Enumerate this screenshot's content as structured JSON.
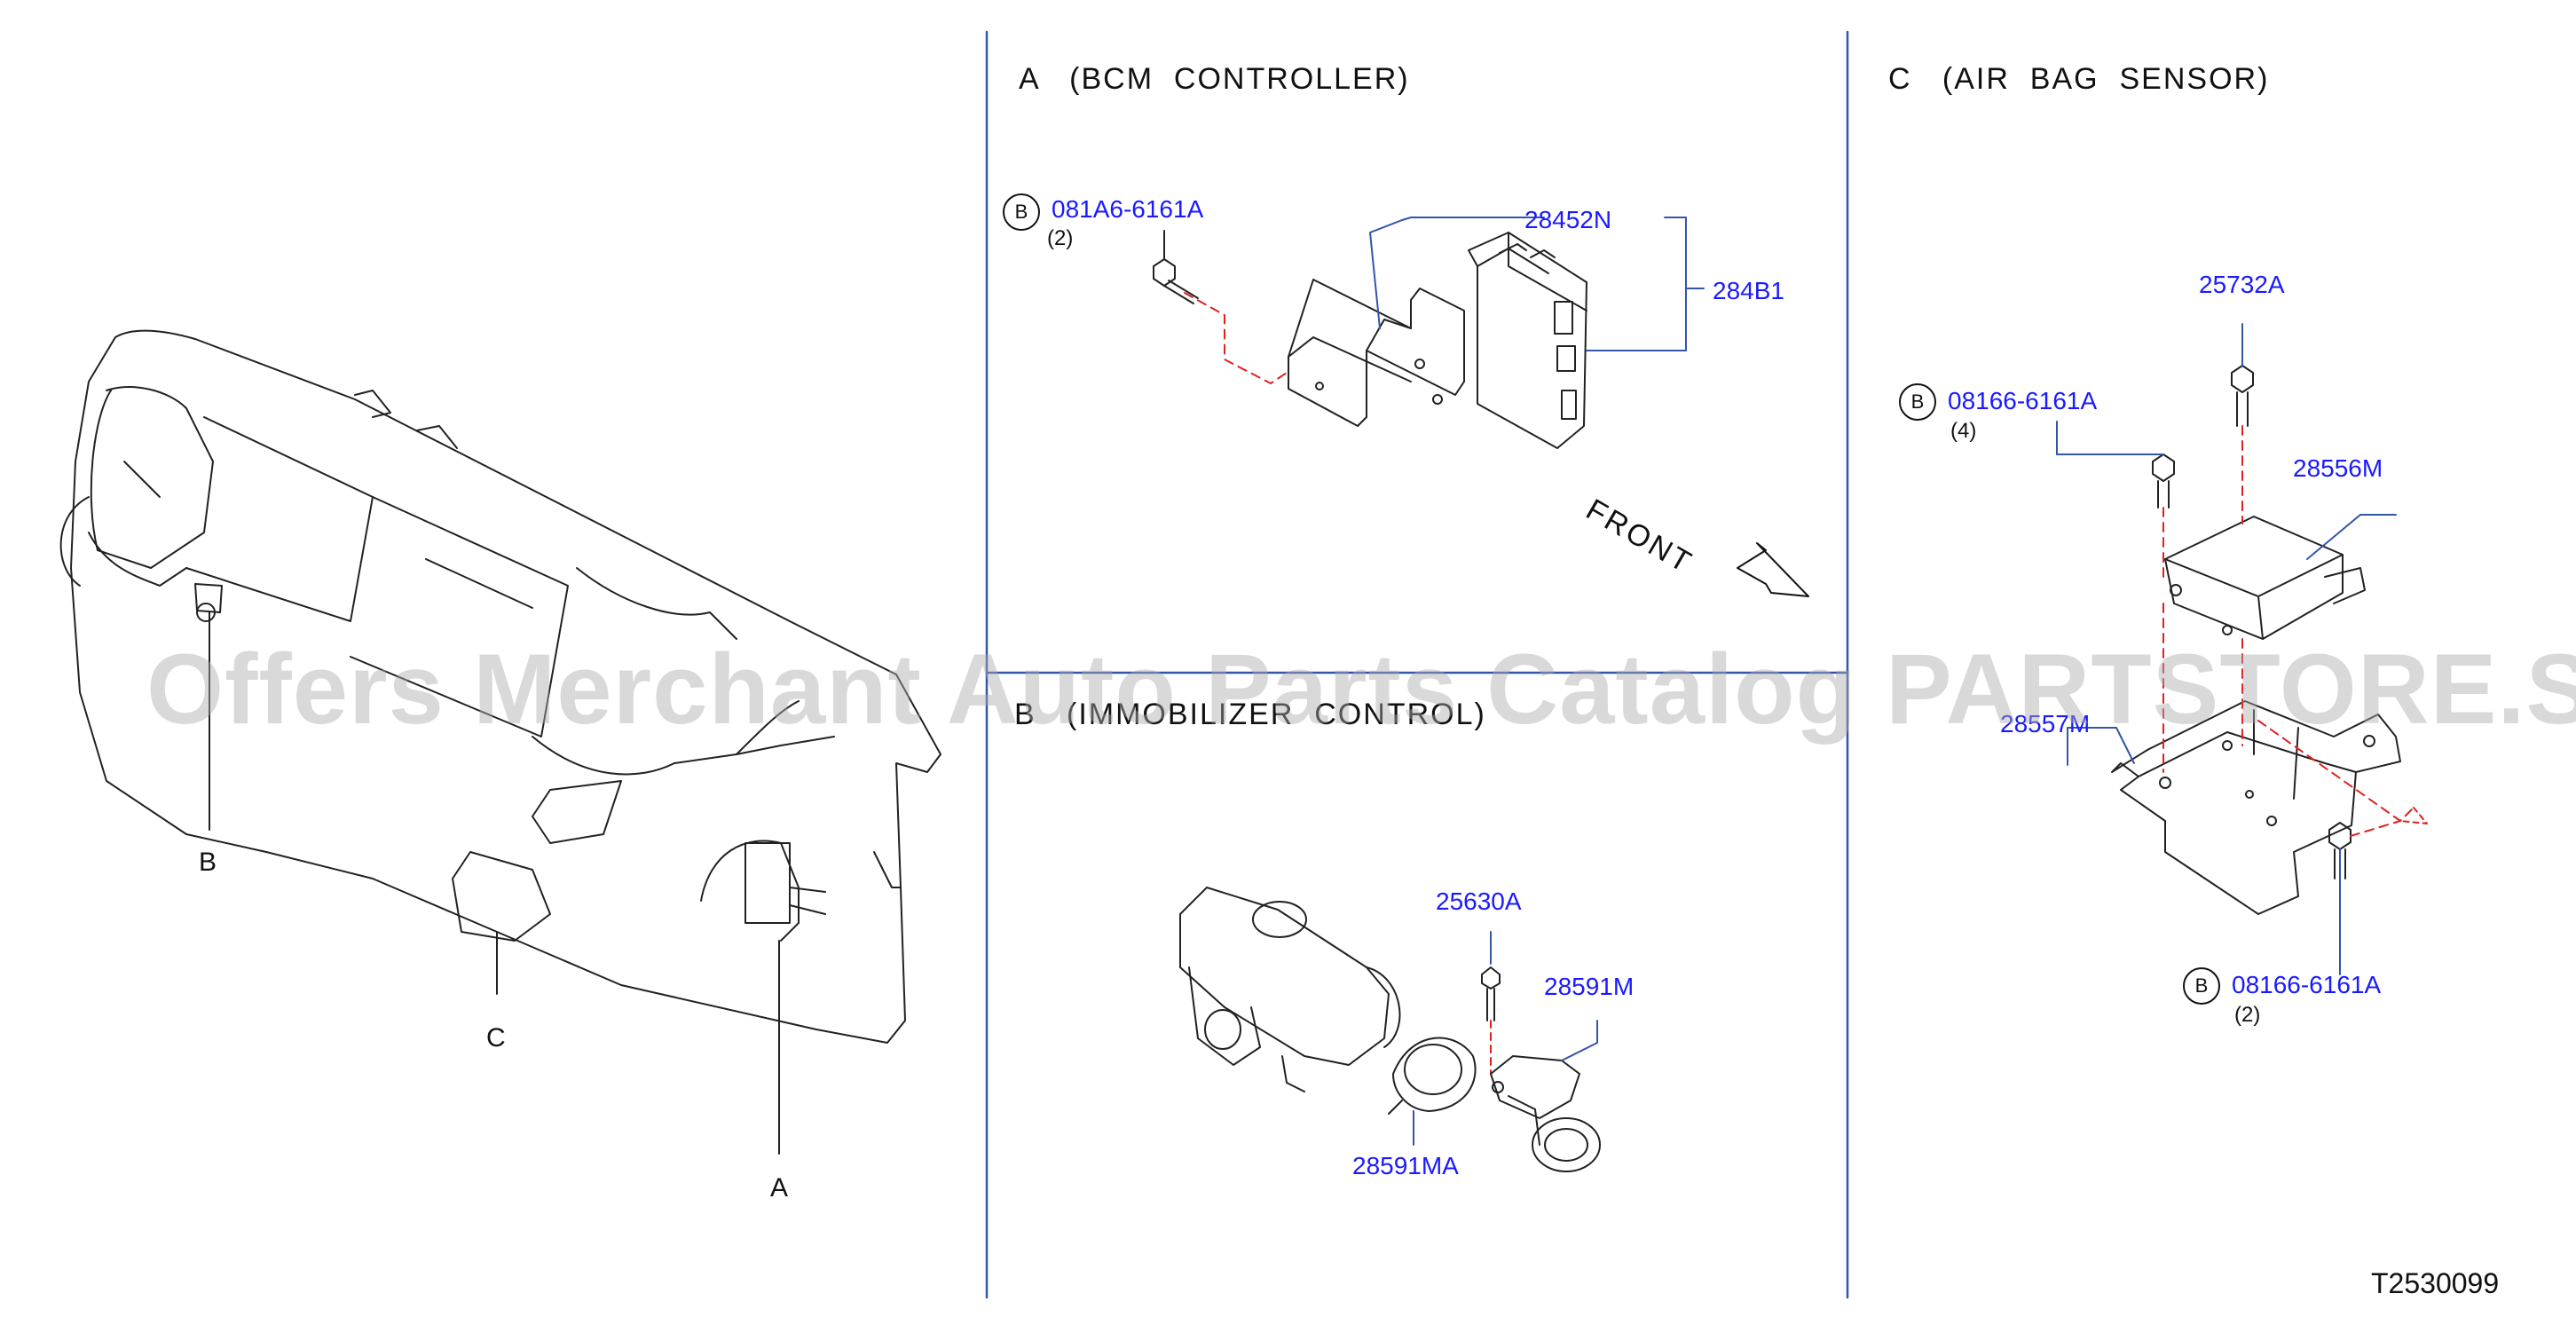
{
  "sections": [
    {
      "title": "A   (BCM  CONTROLLER)"
    },
    {
      "title": "B   (IMMOBILIZER  CONTROL)"
    },
    {
      "title": "C   (AIR  BAG  SENSOR)"
    }
  ],
  "locators": [
    "B",
    "C",
    "A"
  ],
  "callout_marker": "B",
  "section_a": {
    "parts": [
      "081A6-6161A",
      "28452N",
      "284B1"
    ],
    "qty": [
      "(2)"
    ],
    "front": "FRONT"
  },
  "section_b": {
    "parts": [
      "25630A",
      "28591M",
      "28591MA"
    ]
  },
  "section_c": {
    "parts": [
      "25732A",
      "08166-6161A",
      "28556M",
      "28557M",
      "08166-6161A"
    ],
    "qty": [
      "(4)",
      "(2)"
    ]
  },
  "diagram_code": "T2530099",
  "watermark": "Offers Merchant Auto Parts Catalog PARTSTORE.SA",
  "colors": {
    "part_number": "#1a1aff",
    "leader_line": "#3355aa",
    "fastener_path": "#e02020"
  }
}
